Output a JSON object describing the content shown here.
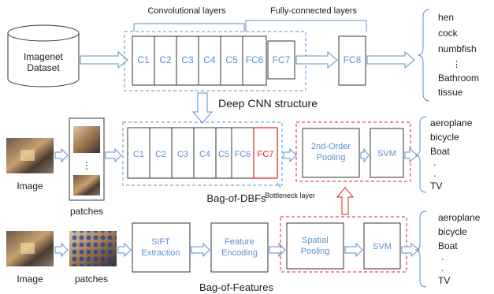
{
  "top": {
    "conv_label": "Convolutional  layers",
    "fc_label": "Fully-connected layers",
    "dataset_line1": "Imagenet",
    "dataset_line2": "Dataset",
    "layers": [
      "C1",
      "C2",
      "C3",
      "C4",
      "C5",
      "FC6",
      "FC7"
    ],
    "fc8": "FC8",
    "caption": "Deep CNN structure",
    "classes": [
      "hen",
      "cock",
      "numbfish",
      "⋮",
      "Bathroom",
      "tissue"
    ]
  },
  "middle": {
    "image_label": "Image",
    "patches_label": "patches",
    "patch_dots": "⋮",
    "layers": [
      "C1",
      "C2",
      "C3",
      "C4",
      "C5",
      "FC6",
      "FC7"
    ],
    "pooling_line1": "2nd-Order",
    "pooling_line2": "Pooling",
    "svm": "SVM",
    "caption": "Bag-of-DBFs",
    "bottleneck": "Bottleneck layer",
    "classes": [
      "aeroplane",
      "bicycle",
      "Boat",
      ".",
      ".",
      "TV"
    ]
  },
  "bottom": {
    "image_label": "Image",
    "patches_label": "patches",
    "sift_line1": "SIFT",
    "sift_line2": "Extraction",
    "encoding_line1": "Feature",
    "encoding_line2": "Encoding",
    "pooling_line1": "Spatial",
    "pooling_line2": "Pooling",
    "svm": "SVM",
    "caption": "Bag-of-Features",
    "classes": [
      "aeroplane",
      "bicycle",
      "Boat",
      ".",
      ".",
      "TV"
    ]
  },
  "colors": {
    "accent_blue": "#5b8fd0",
    "highlight_red": "#e02020",
    "text": "#1a1a1a"
  }
}
